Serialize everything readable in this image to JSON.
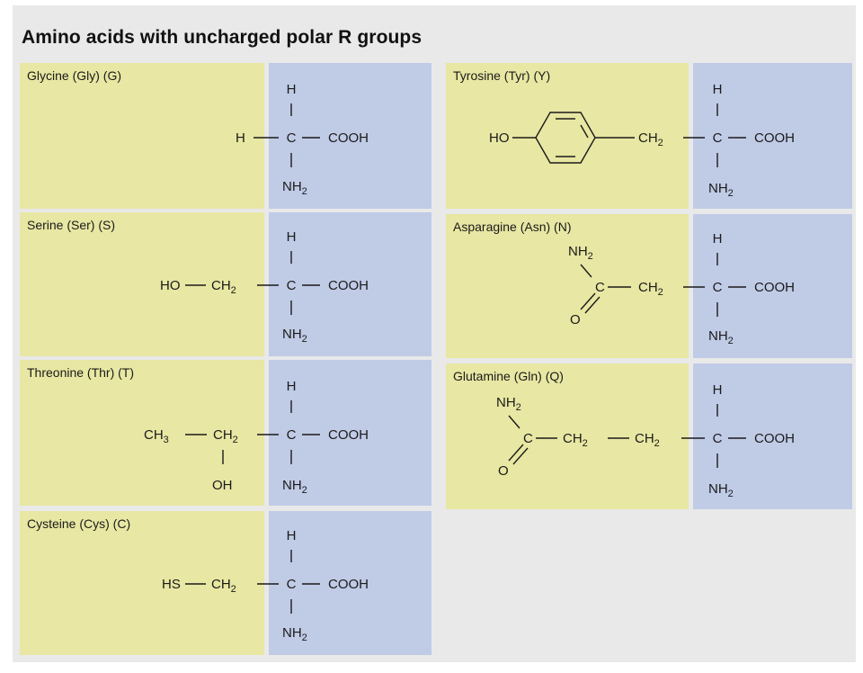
{
  "title": "Amino acids with uncharged polar R groups",
  "amino_acids": [
    {
      "key": "glycine",
      "name": "Glycine (Gly) (G)"
    },
    {
      "key": "serine",
      "name": "Serine (Ser) (S)"
    },
    {
      "key": "threonine",
      "name": "Threonine (Thr) (T)"
    },
    {
      "key": "cysteine",
      "name": "Cysteine (Cys) (C)"
    },
    {
      "key": "tyrosine",
      "name": "Tyrosine (Tyr) (Y)"
    },
    {
      "key": "asparagine",
      "name": "Asparagine (Asn) (N)"
    },
    {
      "key": "glutamine",
      "name": "Glutamine (Gln) (Q)"
    }
  ],
  "formula_labels": {
    "h": "H",
    "c": "C",
    "cooh": "COOH",
    "nh2": "NH",
    "nh2_sub": "2",
    "ch2": "CH",
    "ch2_sub": "2",
    "ch3": "CH",
    "ch3_sub": "3",
    "ho": "HO",
    "oh": "OH",
    "hs": "HS",
    "o": "O"
  },
  "colors": {
    "side_chain_background": "#e8e7a3",
    "backbone_background": "#c0cbe6",
    "figure_background": "#e9e9e9"
  }
}
